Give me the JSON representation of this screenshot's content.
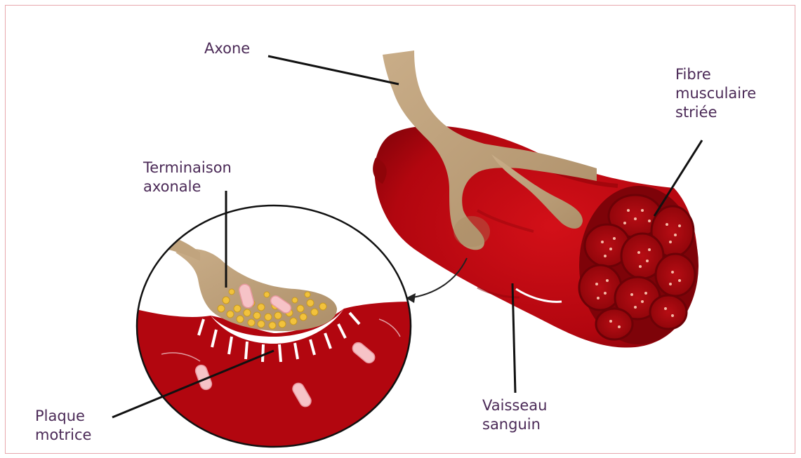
{
  "labels": {
    "axone": "Axone",
    "fibre": "Fibre\nmusculaire\nstriée",
    "terminaison": "Terminaison\naxonale",
    "plaque": "Plaque\nmotrice",
    "vaisseau": "Vaisseau\nsanguin"
  },
  "colors": {
    "muscle_red": "#b2060f",
    "axon_tan": "#c1a47e",
    "vesicle_yellow": "#f2c23c",
    "label_purple": "#4b2a57",
    "frame_border": "#e7a7ad"
  }
}
